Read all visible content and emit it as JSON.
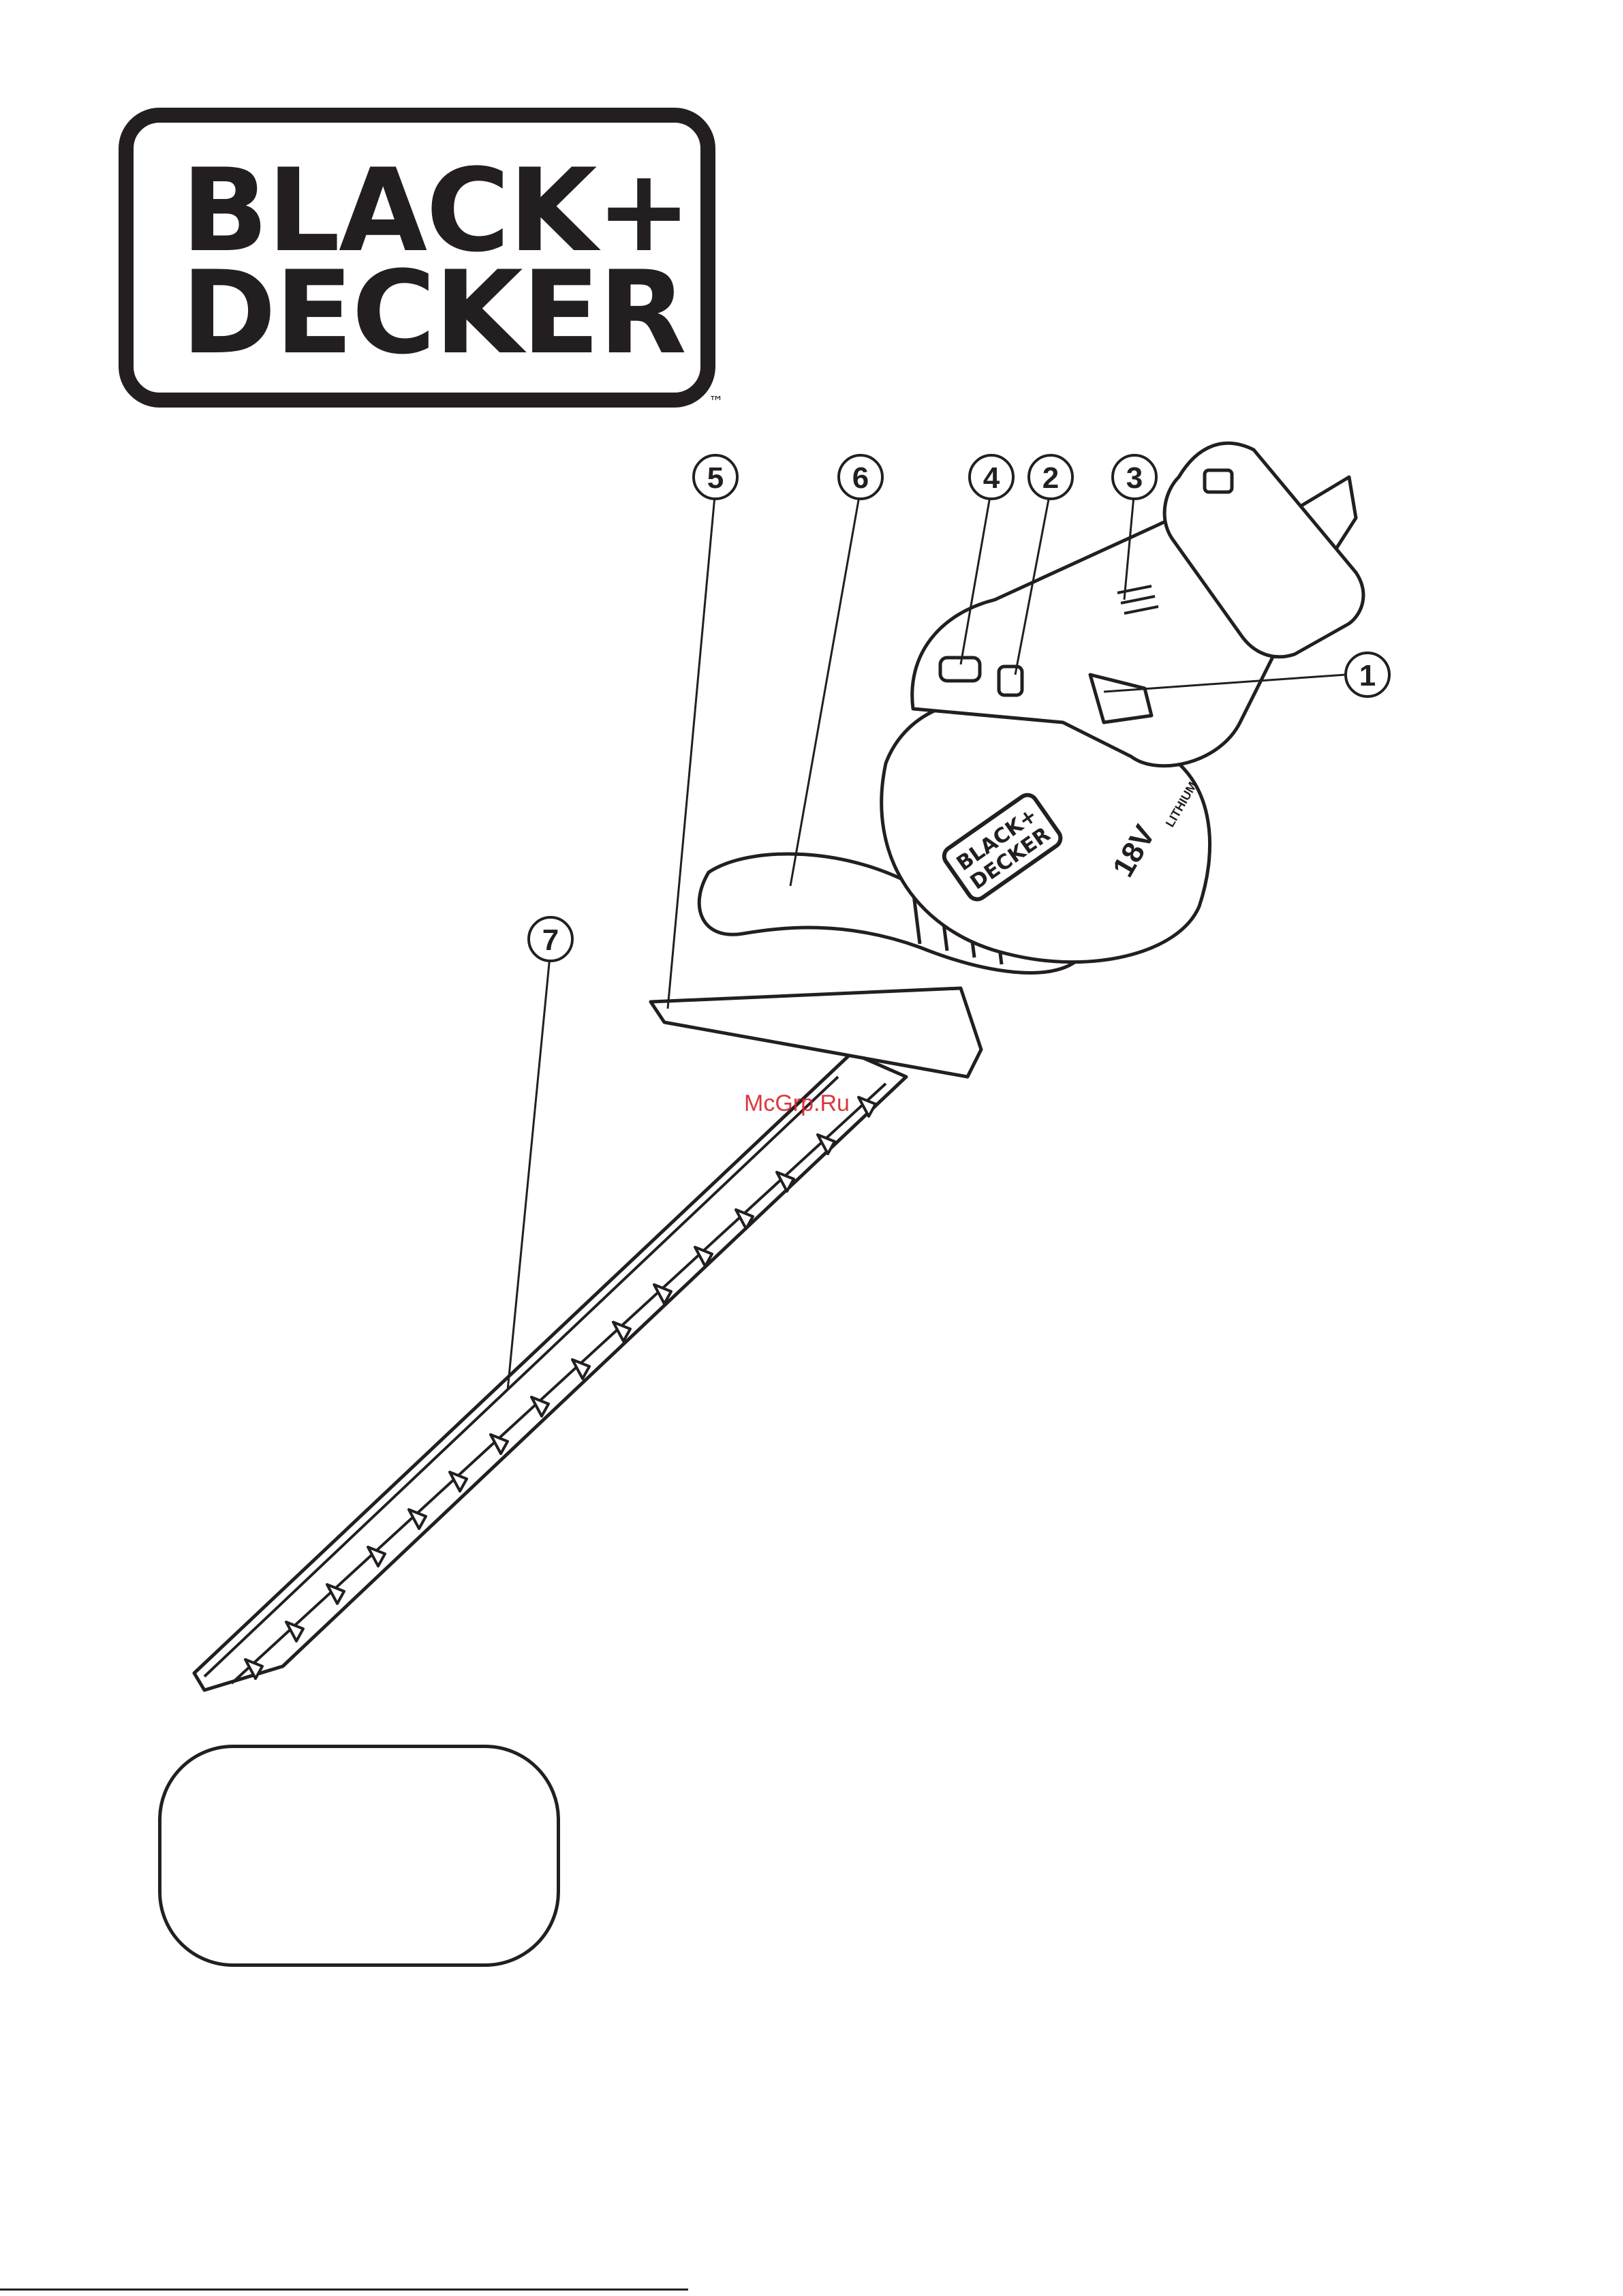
{
  "brand": {
    "line1": "BLACK+",
    "line2": "DECKER",
    "trademark": "™"
  },
  "product_labels": {
    "badge_line1": "BLACK+",
    "badge_line2": "DECKER",
    "voltage": "18V",
    "battery_type": "LITHIUM"
  },
  "callouts": [
    "1",
    "2",
    "3",
    "4",
    "5",
    "6",
    "7"
  ],
  "watermark": "McGrp.Ru",
  "colors": {
    "ink": "#231f20",
    "watermark": "#d6232a",
    "background": "#ffffff"
  }
}
